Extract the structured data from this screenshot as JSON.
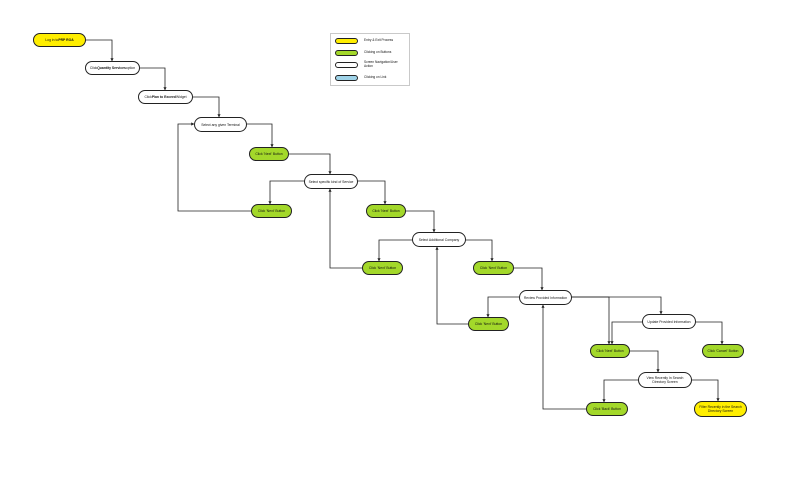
{
  "legend": [
    {
      "label": "Entry & Exit Process",
      "color": "#ffee00"
    },
    {
      "label": "Clicking on Buttons",
      "color": "#a3d82a"
    },
    {
      "label": "Screen Navigation/User Action",
      "color": "#ffffff"
    },
    {
      "label": "Clicking on Link",
      "color": "#9fd3e8"
    }
  ],
  "nodes": {
    "login": {
      "pre": "Log in to ",
      "bold": "PRP ROA",
      "post": ""
    },
    "quantity": {
      "pre": "Click ",
      "bold": "Quantity Services",
      "post": " option"
    },
    "widget": {
      "pre": "Click ",
      "bold": "Plan to Exceed",
      "post": " Widget"
    },
    "select_terminal": {
      "text": "Select any given Terminal"
    },
    "next1": {
      "text": "Click 'Next' Button"
    },
    "select_service": {
      "text": "Select specific kind of Service"
    },
    "next2": {
      "text": "Click 'Next' Button"
    },
    "next3": {
      "text": "Click 'Next' Button"
    },
    "select_company": {
      "text": "Select Additional Company"
    },
    "next4": {
      "text": "Click 'Next' Button"
    },
    "next5": {
      "text": "Click 'Next' Button"
    },
    "review": {
      "text": "Review Provided Information"
    },
    "next6": {
      "text": "Click 'Next' Button"
    },
    "update": {
      "text": "Update Provided Information"
    },
    "next7": {
      "text": "Click 'Next' Button"
    },
    "cancel": {
      "text": "Click 'Cancel' Button"
    },
    "view_request": {
      "text": "View Recently In Search Directory Screen"
    },
    "next8": {
      "text": "Click 'Back' Button"
    },
    "filter_request": {
      "text": "Filter Recently in the Search Directory Screen"
    }
  }
}
